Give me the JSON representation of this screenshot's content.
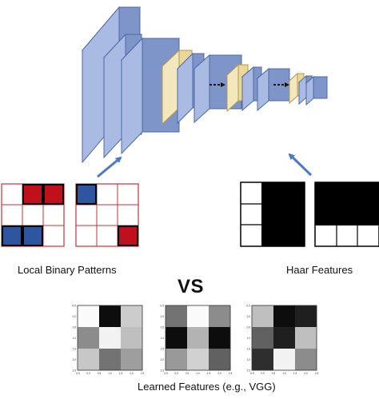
{
  "colors": {
    "conv_face": "#7d95c9",
    "conv_side": "#a9bbe3",
    "conv_top": "#c7d4ef",
    "conv_stroke": "#4f6aa5",
    "pool_face": "#ead79a",
    "pool_side": "#f3e7bd",
    "pool_stroke": "#b89a45",
    "arrow_blue": "#4a7ac8",
    "lbp_red": "#c0101c",
    "lbp_blue": "#2d55a0",
    "lbp_grid": "#c0353a"
  },
  "labels": {
    "lbp": "Local Binary Patterns",
    "haar": "Haar Features",
    "vs": "VS",
    "learned": "Learned Features (e.g., VGG)"
  },
  "lbp_patterns": [
    [
      [
        "w",
        "r",
        "r"
      ],
      [
        "w",
        "w",
        "w"
      ],
      [
        "b",
        "b",
        "w"
      ]
    ],
    [
      [
        "b",
        "w",
        "w"
      ],
      [
        "w",
        "w",
        "w"
      ],
      [
        "w",
        "w",
        "r"
      ]
    ]
  ],
  "learned_features": [
    [
      [
        0.98,
        0.05,
        0.8
      ],
      [
        0.55,
        0.95,
        0.75
      ],
      [
        0.78,
        0.45,
        0.62
      ]
    ],
    [
      [
        0.45,
        0.98,
        0.55
      ],
      [
        0.05,
        0.7,
        0.05
      ],
      [
        0.6,
        0.82,
        0.38
      ]
    ],
    [
      [
        0.75,
        0.05,
        0.12
      ],
      [
        0.38,
        0.12,
        0.75
      ],
      [
        0.18,
        0.95,
        0.55
      ]
    ]
  ],
  "feature_tick_labels": {
    "y": [
      "-0.5",
      "0.0",
      "0.5",
      "1.0",
      "1.5",
      "2.0",
      "2.5"
    ],
    "x": [
      "-0.5",
      "0.0",
      "0.5",
      "1.0",
      "1.5",
      "2.0",
      "2.5"
    ]
  }
}
